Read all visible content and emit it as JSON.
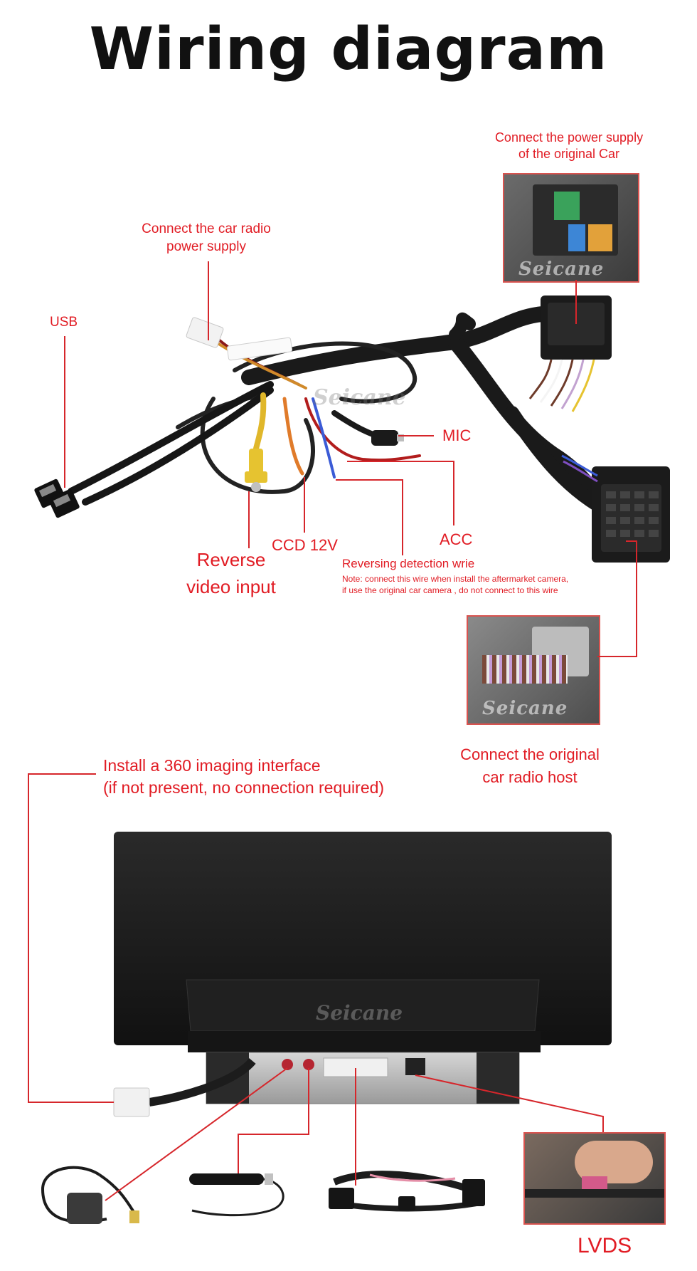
{
  "title": "Wiring diagram",
  "labels": {
    "power_original": [
      "Connect the power supply",
      "of the original Car"
    ],
    "radio_power": [
      "Connect the car radio",
      "power supply"
    ],
    "usb": "USB",
    "mic": "MIC",
    "acc": "ACC",
    "ccd": "CCD 12V",
    "reverse_video": [
      "Reverse",
      "video input"
    ],
    "reversing_detection": "Reversing detection wrie",
    "reversing_note": [
      "Note: connect this wire when install the aftermarket camera,",
      "if use the original car camera , do not connect to this wire"
    ],
    "original_host": [
      "Connect the original",
      "car radio host"
    ],
    "imaging_360": [
      "Install a 360 imaging interface",
      "(if not present, no connection required)"
    ],
    "lvds": "LVDS"
  },
  "watermark": "Seicane",
  "colors": {
    "label_red": "#e11c24",
    "leader_red": "#d6262b",
    "cable_black": "#1c1c1c",
    "title_black": "#111111"
  }
}
